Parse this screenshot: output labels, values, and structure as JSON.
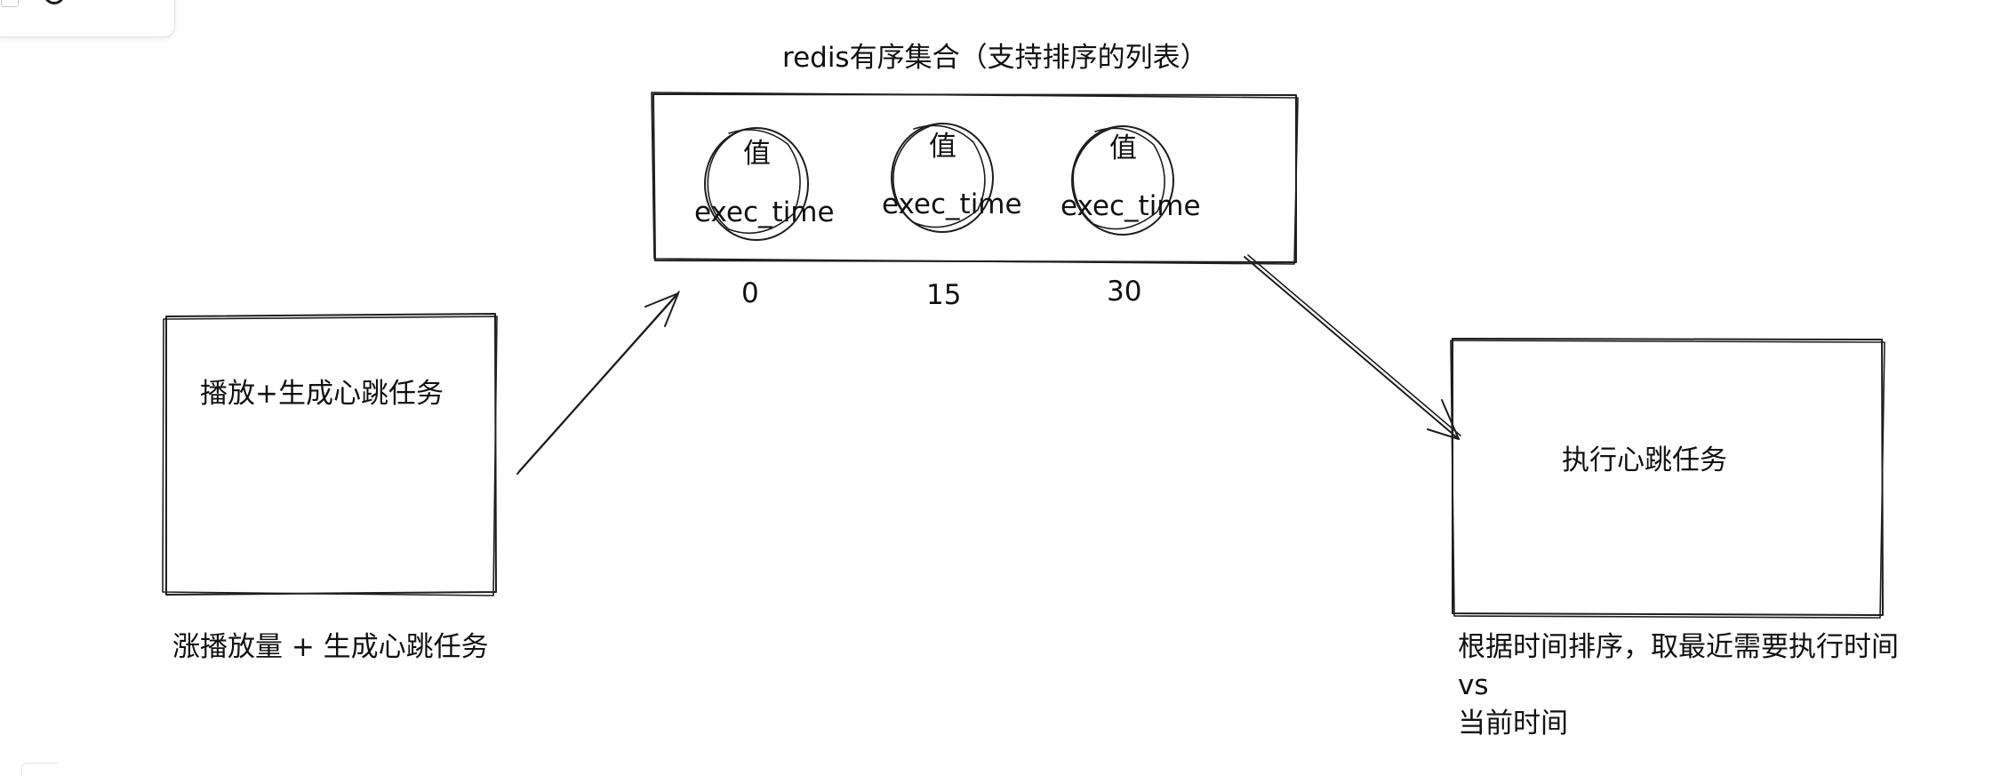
{
  "colors": {
    "stroke": "#1e1e1e",
    "text": "#111111",
    "background": "#ffffff"
  },
  "zset": {
    "title": "redis有序集合（支持排序的列表）",
    "members": [
      {
        "value": "值",
        "field": "exec_time",
        "score": "0"
      },
      {
        "value": "值",
        "field": "exec_time",
        "score": "15"
      },
      {
        "value": "值",
        "field": "exec_time",
        "score": "30"
      }
    ]
  },
  "producer": {
    "box_label": "播放+生成心跳任务",
    "caption": "涨播放量 + 生成心跳任务"
  },
  "consumer": {
    "box_label": "执行心跳任务",
    "caption_lines": [
      "根据时间排序，取最近需要执行时间",
      "vs",
      "当前时间"
    ]
  },
  "toolbar": {
    "icon": "toolbar-partial-icon"
  }
}
